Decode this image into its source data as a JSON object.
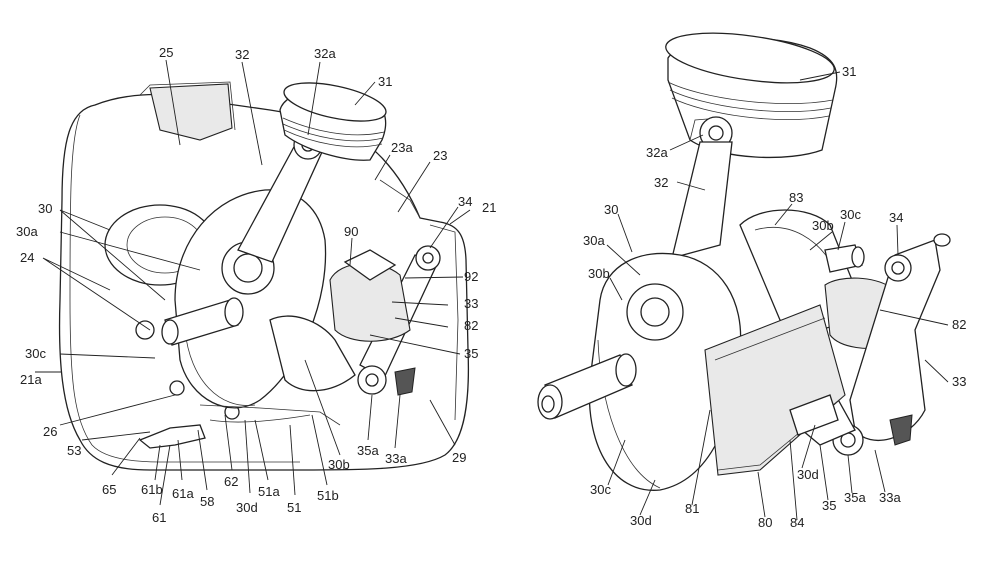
{
  "figure_left": {
    "labels": {
      "l25": "25",
      "l32": "32",
      "l32a": "32a",
      "l31": "31",
      "l23a": "23a",
      "l23": "23",
      "l30": "30",
      "l30a": "30a",
      "l34": "34",
      "l21": "21",
      "l90": "90",
      "l92": "92",
      "l24": "24",
      "l33": "33",
      "l82": "82",
      "l30c": "30c",
      "l35": "35",
      "l21a": "21a",
      "l26": "26",
      "l53": "53",
      "l29": "29",
      "l35a": "35a",
      "l33a": "33a",
      "l30b": "30b",
      "l65": "65",
      "l61b": "61b",
      "l61a": "61a",
      "l62": "62",
      "l51a": "51a",
      "l51b": "51b",
      "l58": "58",
      "l30d": "30d",
      "l51": "51",
      "l61": "61"
    }
  },
  "figure_right": {
    "labels": {
      "l31": "31",
      "l32a": "32a",
      "l32": "32",
      "l30": "30",
      "l83": "83",
      "l30c": "30c",
      "l30b": "30b",
      "l34": "34",
      "l30a": "30a",
      "l30b2": "30b",
      "l82": "82",
      "l33": "33",
      "l30d": "30d",
      "l35": "35",
      "l35a": "35a",
      "l33a": "33a",
      "l30c2": "30c",
      "l81": "81",
      "l80": "80",
      "l84": "84",
      "l30d2": "30d"
    }
  }
}
